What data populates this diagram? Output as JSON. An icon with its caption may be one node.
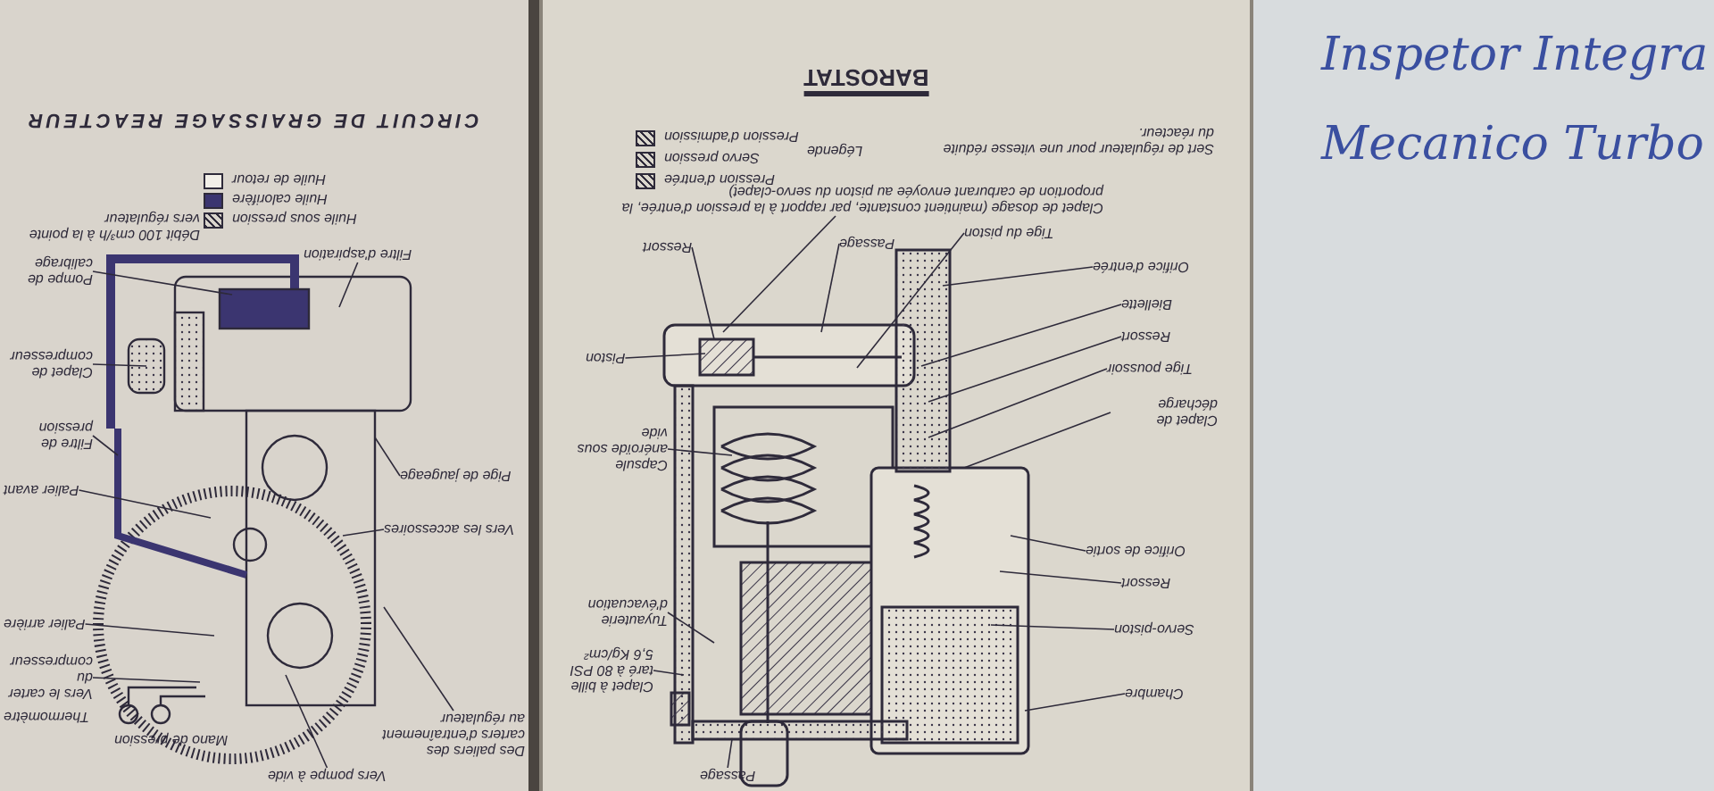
{
  "diagram": {
    "title": "BAROSTAT",
    "nodes": [
      {
        "text": [
          "Clapet de dosage (maintient constante, par rapport à la pression d'entrée, la proportion de carburant envoyée au piston du servo-clapet)"
        ]
      },
      {
        "text": [
          "Ressort"
        ]
      },
      {
        "text": [
          "Passage"
        ]
      },
      {
        "text": [
          "Piston"
        ]
      },
      {
        "text": [
          "Tige du piston"
        ]
      },
      {
        "text": [
          "Capsule anéroïde sous vide"
        ]
      },
      {
        "text": [
          "Tuyauterie d'évacuation"
        ]
      },
      {
        "text": [
          "Clapet à bille taré à 80 PSI 5,6 Kg/cm²"
        ]
      },
      {
        "text": [
          "Passage"
        ]
      },
      {
        "text": [
          "Orifice d'entrée"
        ]
      },
      {
        "text": [
          "Biellette"
        ]
      },
      {
        "text": [
          "Ressort"
        ]
      },
      {
        "text": [
          "Tige poussoir"
        ]
      },
      {
        "text": [
          "Clapet de décharge"
        ]
      },
      {
        "text": [
          "Orifice de sortie"
        ]
      },
      {
        "text": [
          "Ressort"
        ]
      },
      {
        "text": [
          "Servo-piston"
        ]
      },
      {
        "text": [
          "Chambre"
        ]
      },
      {
        "text": [
          "Filtre d'aspiration"
        ]
      },
      {
        "text": [
          "Pompe de calibrage"
        ]
      },
      {
        "text": [
          "Clapet de compresseur"
        ]
      },
      {
        "text": [
          "Filtre de pression"
        ]
      },
      {
        "text": [
          "Palier avant"
        ]
      },
      {
        "text": [
          "Pige de jaugeage"
        ]
      },
      {
        "text": [
          "Vers les accessoires"
        ]
      },
      {
        "text": [
          "Palier arrière"
        ]
      },
      {
        "text": [
          "Vers le carter du compresseur"
        ]
      },
      {
        "text": [
          "Vers pompe à vide"
        ]
      },
      {
        "text": [
          "Des paliers des carters d'entraînement au régulateur"
        ]
      }
    ],
    "edges": [
      {
        "from": 0,
        "to": null,
        "arrow": "none"
      },
      {
        "from": 1,
        "to": null,
        "arrow": "none"
      },
      {
        "from": 2,
        "to": null,
        "arrow": "none"
      },
      {
        "from": 3,
        "to": null,
        "arrow": "none"
      },
      {
        "from": 4,
        "to": null,
        "arrow": "none"
      },
      {
        "from": 5,
        "to": null,
        "arrow": "none"
      },
      {
        "from": 6,
        "to": null,
        "arrow": "none"
      },
      {
        "from": 7,
        "to": null,
        "arrow": "none"
      },
      {
        "from": 8,
        "to": null,
        "arrow": "none"
      },
      {
        "from": 9,
        "to": null,
        "arrow": "none"
      },
      {
        "from": 10,
        "to": null,
        "arrow": "none"
      },
      {
        "from": 11,
        "to": null,
        "arrow": "none"
      },
      {
        "from": 12,
        "to": null,
        "arrow": "none"
      },
      {
        "from": 13,
        "to": null,
        "arrow": "none"
      },
      {
        "from": 14,
        "to": null,
        "arrow": "none"
      },
      {
        "from": 15,
        "to": null,
        "arrow": "none"
      },
      {
        "from": 16,
        "to": null,
        "arrow": "none"
      },
      {
        "from": 17,
        "to": null,
        "arrow": "none"
      },
      {
        "from": 18,
        "to": null,
        "arrow": "none"
      },
      {
        "from": 19,
        "to": null,
        "arrow": "none"
      },
      {
        "from": 20,
        "to": null,
        "arrow": "none"
      },
      {
        "from": 21,
        "to": null,
        "arrow": "none"
      },
      {
        "from": 22,
        "to": null,
        "arrow": "none"
      },
      {
        "from": 23,
        "to": null,
        "arrow": "none"
      },
      {
        "from": 24,
        "to": null,
        "arrow": "none"
      },
      {
        "from": 25,
        "to": null,
        "arrow": "none"
      },
      {
        "from": 26,
        "to": null,
        "arrow": "none"
      },
      {
        "from": 27,
        "to": null,
        "arrow": "none"
      },
      {
        "from": 28,
        "to": null,
        "arrow": "none"
      }
    ],
    "labels": [
      "Légende",
      "Sert de régulateur pour une vitesse réduite du réacteur.",
      "CIRCUIT DE GRAISSAGE REACTEUR",
      "Débit 100 cm³/h à la pointe vers régulateur",
      "Inspetor Integra",
      "Mecanico Turbo",
      "Thermomètre",
      "Mano de pression"
    ],
    "legend": [
      {
        "text": "Pression d'admission"
      },
      {
        "text": "Servo pression"
      },
      {
        "text": "Pression d'entrée"
      },
      {
        "text": "Huile de retour",
        "color": "#f2efe8"
      },
      {
        "text": "Huile calorifère",
        "color": "#3b3570"
      },
      {
        "text": "Huile sous pression"
      }
    ]
  }
}
